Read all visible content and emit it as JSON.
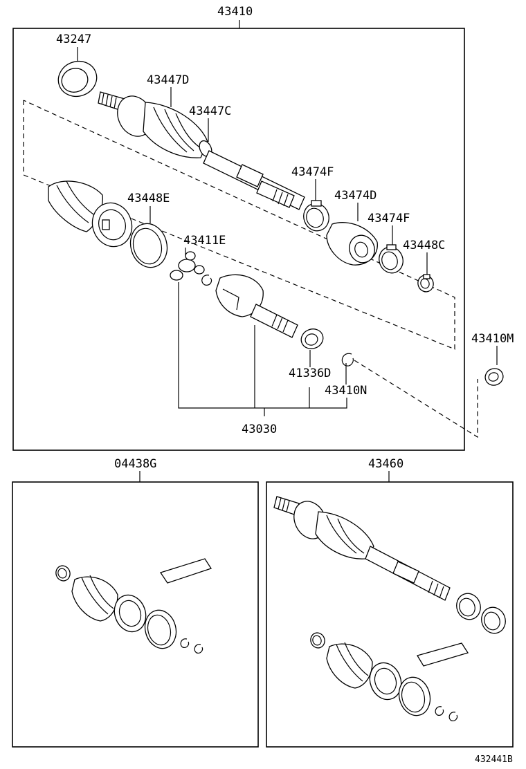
{
  "labels": {
    "assembly_top": "43410",
    "ring_outer": "43247",
    "outer_joint": "43447D",
    "boot_clamp_small": "43447C",
    "inner_clamp_a": "43474F",
    "damper": "43474D",
    "inner_clamp_b": "43474F",
    "clamp_c": "43448C",
    "clamp_e": "43448E",
    "tripod_joint": "43411E",
    "oil_seal": "41336D",
    "snap_ring": "43410N",
    "inner_joint": "43030",
    "bearing": "43410M",
    "boot_kit": "04438G",
    "shaft_assembly": "43460",
    "drawing_code": "432441B"
  }
}
